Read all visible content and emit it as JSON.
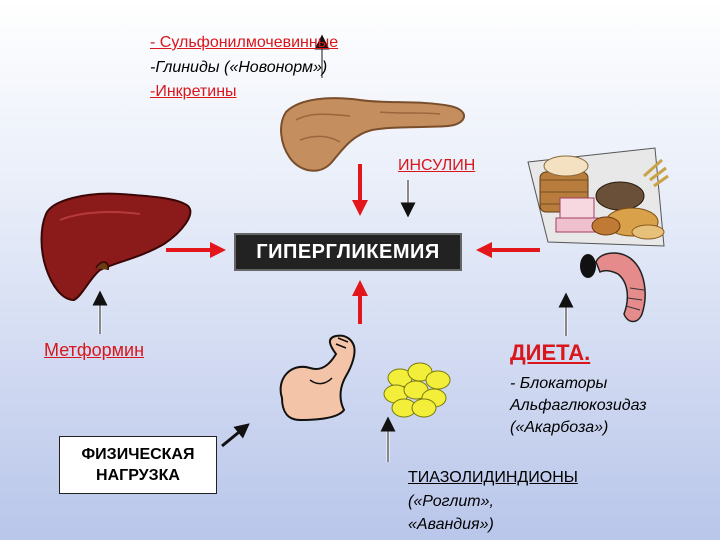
{
  "top_drugs": {
    "line1": "- Сульфонилмочевинные",
    "line2": "-Глиниды («Новонорм»)",
    "line3": "-Инкретины"
  },
  "insulin": "ИНСУЛИН",
  "center": "ГИПЕРГЛИКЕМИЯ",
  "metformin": "Метформин",
  "diet": "ДИЕТА.",
  "blockers": {
    "line1": "- Блокаторы",
    "line2": "Альфаглюкозидаз",
    "line3": "(«Акарбоза»)"
  },
  "exercise": {
    "line1": "ФИЗИЧЕСКАЯ",
    "line2": "НАГРУЗКА"
  },
  "tzd": {
    "line1": "ТИАЗОЛИДИНДИОНЫ",
    "line2": "(«Роглит»,",
    "line3": "«Авандия»)"
  },
  "colors": {
    "accent_red": "#d8161b",
    "box_dark": "#222222",
    "liver": "#8b1a1a",
    "pancreas": "#c48e5e",
    "intestine": "#e58b8b",
    "fat": "#f2ee3a"
  },
  "icons": [
    "pancreas-image",
    "liver-image",
    "food-image",
    "intestine-image",
    "arm-muscle-image",
    "fat-cells-image"
  ]
}
